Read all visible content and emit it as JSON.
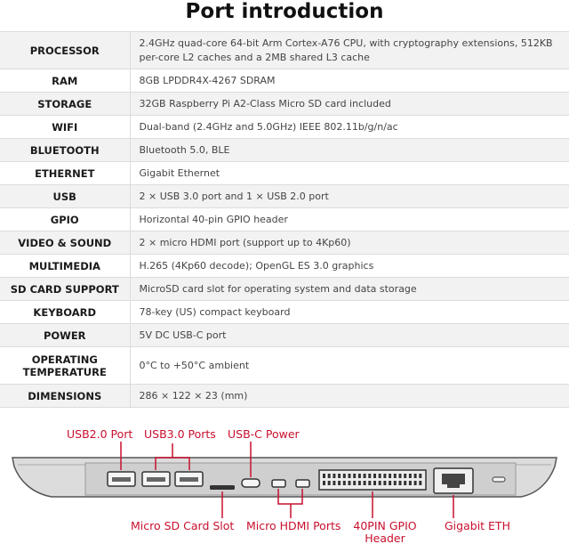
{
  "title": "Port introduction",
  "specs": [
    {
      "label": "PROCESSOR",
      "value": "2.4GHz quad-core 64-bit Arm Cortex-A76 CPU, with cryptography extensions, 512KB per-core L2 caches and a 2MB shared L3 cache"
    },
    {
      "label": "RAM",
      "value": "8GB LPDDR4X-4267 SDRAM"
    },
    {
      "label": "STORAGE",
      "value": "32GB Raspberry Pi A2-Class Micro SD card included"
    },
    {
      "label": "WIFI",
      "value": "Dual-band (2.4GHz and 5.0GHz) IEEE 802.11b/g/n/ac"
    },
    {
      "label": "BLUETOOTH",
      "value": "Bluetooth 5.0, BLE"
    },
    {
      "label": "ETHERNET",
      "value": "Gigabit Ethernet"
    },
    {
      "label": "USB",
      "value": "2 × USB 3.0 port and 1 × USB 2.0 port"
    },
    {
      "label": "GPIO",
      "value": "Horizontal 40-pin GPIO header"
    },
    {
      "label": "VIDEO & SOUND",
      "value": "2 × micro HDMI port (support up to 4Kp60)"
    },
    {
      "label": "MULTIMEDIA",
      "value": "H.265 (4Kp60 decode); OpenGL ES 3.0 graphics"
    },
    {
      "label": "SD CARD SUPPORT",
      "value": "MicroSD card slot for operating system and data storage"
    },
    {
      "label": "KEYBOARD",
      "value": "78-key (US) compact keyboard"
    },
    {
      "label": "POWER",
      "value": "5V DC USB-C port"
    },
    {
      "label": "OPERATING TEMPERATURE",
      "value": "0°C to +50°C ambient"
    },
    {
      "label": "DIMENSIONS",
      "value": "286 × 122 × 23 (mm)"
    }
  ],
  "ports": {
    "usb2": "USB2.0 Port",
    "usb3": "USB3.0 Ports",
    "usbc": "USB-C Power",
    "microsd": "Micro SD Card Slot",
    "microhdmi": "Micro HDMI Ports",
    "gpio_line1": "40PIN GPIO",
    "gpio_line2": "Header",
    "eth": "Gigabit ETH"
  },
  "colors": {
    "accent": "#c8102e",
    "device_body": "#d9d9d9",
    "device_edge": "#888888"
  }
}
